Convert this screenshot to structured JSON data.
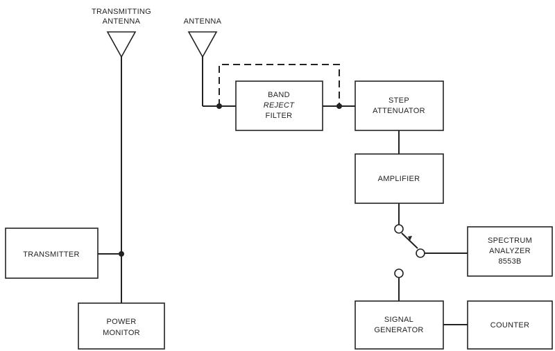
{
  "antennas": {
    "transmitting": {
      "line1": "TRANSMITTING",
      "line2": "ANTENNA"
    },
    "receiving": {
      "label": "ANTENNA"
    }
  },
  "blocks": {
    "band_reject_filter": {
      "line1": "BAND",
      "line2": "REJECT",
      "line3": "FILTER"
    },
    "step_attenuator": {
      "line1": "STEP",
      "line2": "ATTENUATOR"
    },
    "amplifier": {
      "line1": "AMPLIFIER"
    },
    "transmitter": {
      "line1": "TRANSMITTER"
    },
    "power_monitor": {
      "line1": "POWER",
      "line2": "MONITOR"
    },
    "spectrum_analyzer": {
      "line1": "SPECTRUM",
      "line2": "ANALYZER",
      "line3": "8553B"
    },
    "signal_generator": {
      "line1": "SIGNAL",
      "line2": "GENERATOR"
    },
    "counter": {
      "line1": "COUNTER"
    }
  }
}
